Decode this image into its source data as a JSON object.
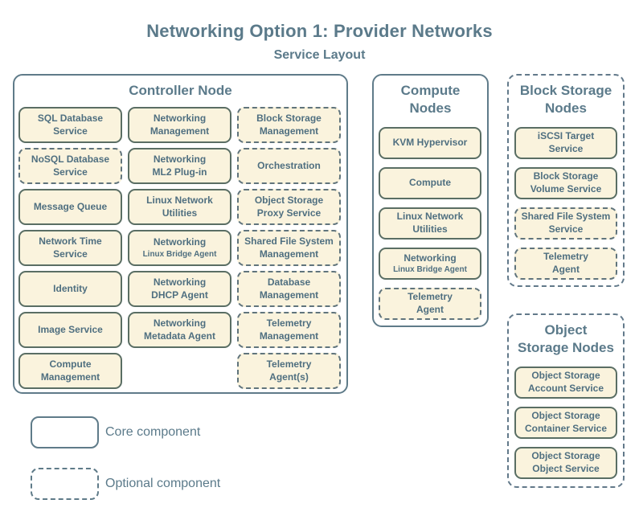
{
  "title": "Networking Option 1: Provider Networks",
  "subtitle": "Service Layout",
  "palette": {
    "slate_accent": "#5b7a8a",
    "container_border": "#5f7b89",
    "box_fill": "#faf3dd",
    "box_border_solid": "#5a6e64",
    "box_border_dashed": "#60747c",
    "box_text": "#4f6f80",
    "background": "#ffffff"
  },
  "groups": {
    "controller": {
      "title": "Controller Node",
      "border": "solid",
      "items": [
        {
          "style": "solid",
          "lines": [
            "SQL Database",
            "Service"
          ]
        },
        {
          "style": "solid",
          "lines": [
            "Networking",
            "Management"
          ]
        },
        {
          "style": "dashed",
          "lines": [
            "Block Storage",
            "Management"
          ]
        },
        {
          "style": "dashed",
          "lines": [
            "NoSQL Database",
            "Service"
          ]
        },
        {
          "style": "solid",
          "lines": [
            "Networking",
            "ML2 Plug-in"
          ]
        },
        {
          "style": "dashed",
          "lines": [
            "Orchestration"
          ]
        },
        {
          "style": "solid",
          "lines": [
            "Message Queue"
          ]
        },
        {
          "style": "solid",
          "lines": [
            "Linux Network",
            "Utilities"
          ]
        },
        {
          "style": "dashed",
          "lines": [
            "Object Storage",
            "Proxy Service"
          ]
        },
        {
          "style": "solid",
          "lines": [
            "Network Time",
            "Service"
          ]
        },
        {
          "style": "solid",
          "lines": [
            "Networking"
          ],
          "sub": "Linux Bridge Agent"
        },
        {
          "style": "dashed",
          "lines": [
            "Shared File System",
            "Management"
          ]
        },
        {
          "style": "solid",
          "lines": [
            "Identity"
          ]
        },
        {
          "style": "solid",
          "lines": [
            "Networking",
            "DHCP Agent"
          ]
        },
        {
          "style": "dashed",
          "lines": [
            "Database",
            "Management"
          ]
        },
        {
          "style": "solid",
          "lines": [
            "Image Service"
          ]
        },
        {
          "style": "solid",
          "lines": [
            "Networking",
            "Metadata Agent"
          ]
        },
        {
          "style": "dashed",
          "lines": [
            "Telemetry",
            "Management"
          ]
        },
        {
          "style": "solid",
          "lines": [
            "Compute",
            "Management"
          ]
        },
        {
          "style": "empty",
          "lines": []
        },
        {
          "style": "dashed",
          "lines": [
            "Telemetry",
            "Agent(s)"
          ]
        }
      ]
    },
    "compute": {
      "title_lines": [
        "Compute",
        "Nodes"
      ],
      "border": "solid",
      "items": [
        {
          "style": "solid",
          "lines": [
            "KVM Hypervisor"
          ]
        },
        {
          "style": "solid",
          "lines": [
            "Compute"
          ]
        },
        {
          "style": "solid",
          "lines": [
            "Linux Network",
            "Utilities"
          ]
        },
        {
          "style": "solid",
          "lines": [
            "Networking"
          ],
          "sub": "Linux Bridge Agent"
        },
        {
          "style": "dashed",
          "lines": [
            "Telemetry",
            "Agent"
          ]
        }
      ]
    },
    "block_storage": {
      "title_lines": [
        "Block Storage",
        "Nodes"
      ],
      "border": "dashed",
      "items": [
        {
          "style": "solid",
          "lines": [
            "iSCSI Target",
            "Service"
          ]
        },
        {
          "style": "solid",
          "lines": [
            "Block Storage",
            "Volume Service"
          ]
        },
        {
          "style": "dashed",
          "lines": [
            "Shared File System",
            "Service"
          ]
        },
        {
          "style": "dashed",
          "lines": [
            "Telemetry",
            "Agent"
          ]
        }
      ]
    },
    "object_storage": {
      "title_lines": [
        "Object",
        "Storage Nodes"
      ],
      "border": "dashed",
      "items": [
        {
          "style": "solid",
          "lines": [
            "Object Storage",
            "Account Service"
          ]
        },
        {
          "style": "solid",
          "lines": [
            "Object Storage",
            "Container Service"
          ]
        },
        {
          "style": "solid",
          "lines": [
            "Object Storage",
            "Object Service"
          ]
        }
      ]
    }
  },
  "legend": {
    "core": {
      "label": "Core component",
      "style": "solid"
    },
    "optional": {
      "label": "Optional component",
      "style": "dashed"
    }
  }
}
